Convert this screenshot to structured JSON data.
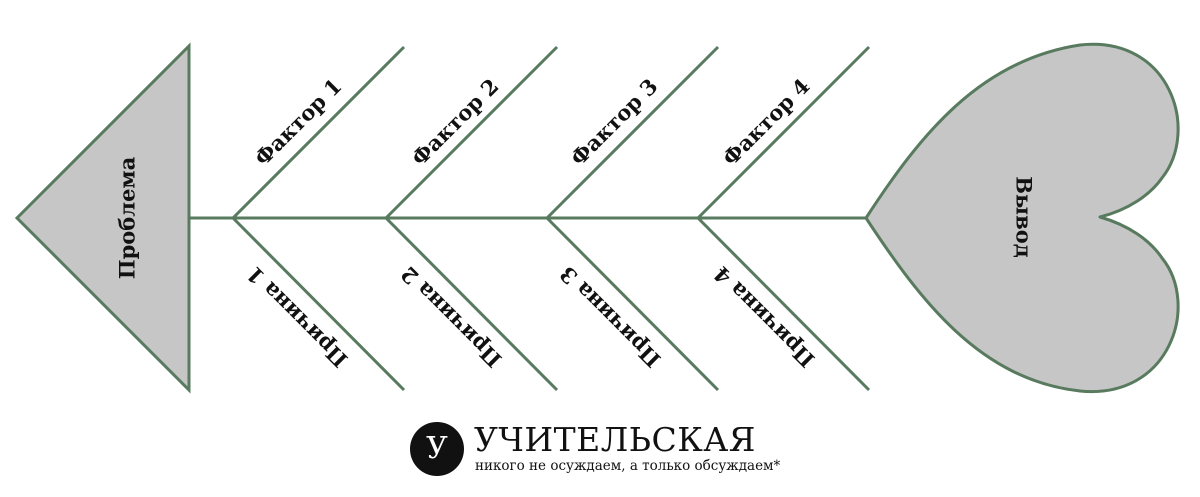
{
  "diagram": {
    "head_label": "Проблема",
    "tail_label": "Вывод",
    "factors": [
      "Фактор 1",
      "Фактор 2",
      "Фактор 3",
      "Фактор 4"
    ],
    "causes": [
      "Причина 1",
      "Причина 2",
      "Причина 3",
      "Причина 4"
    ]
  },
  "brand": {
    "logo_letter": "У",
    "name": "УЧИТЕЛЬСКАЯ",
    "tagline": "никого не осуждаем, а только обсуждаем*"
  },
  "colors": {
    "line": "#587a5e",
    "shape_fill": "#c6c6c6",
    "text": "#111111"
  }
}
